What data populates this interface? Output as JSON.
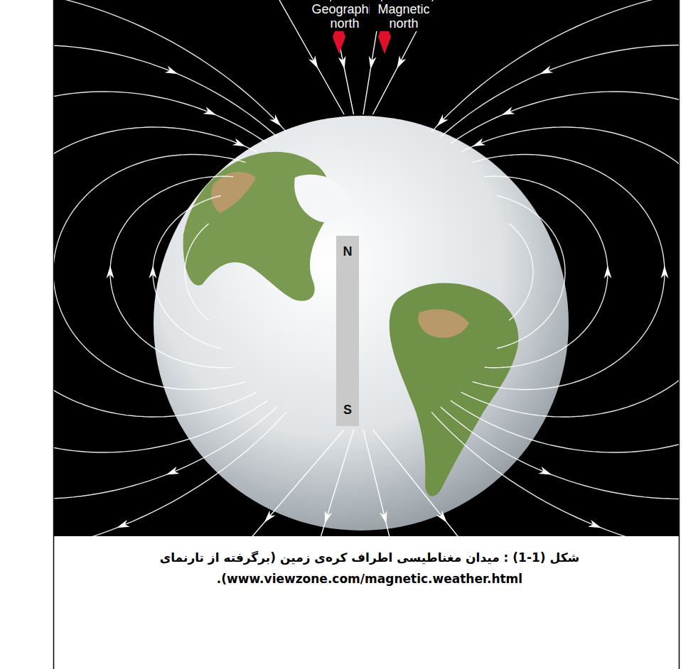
{
  "diagram": {
    "caption": "شکل (1-1) : میدان مغناطیسی اطراف کره‌ی زمین (برگرفته از تارنمای www.viewzone.com/magnetic.weather.html).",
    "nodes": [
      {
        "text": [
          "N",
          "S"
        ]
      }
    ],
    "labels": [
      "Geographic north",
      "Magnetic north"
    ]
  }
}
